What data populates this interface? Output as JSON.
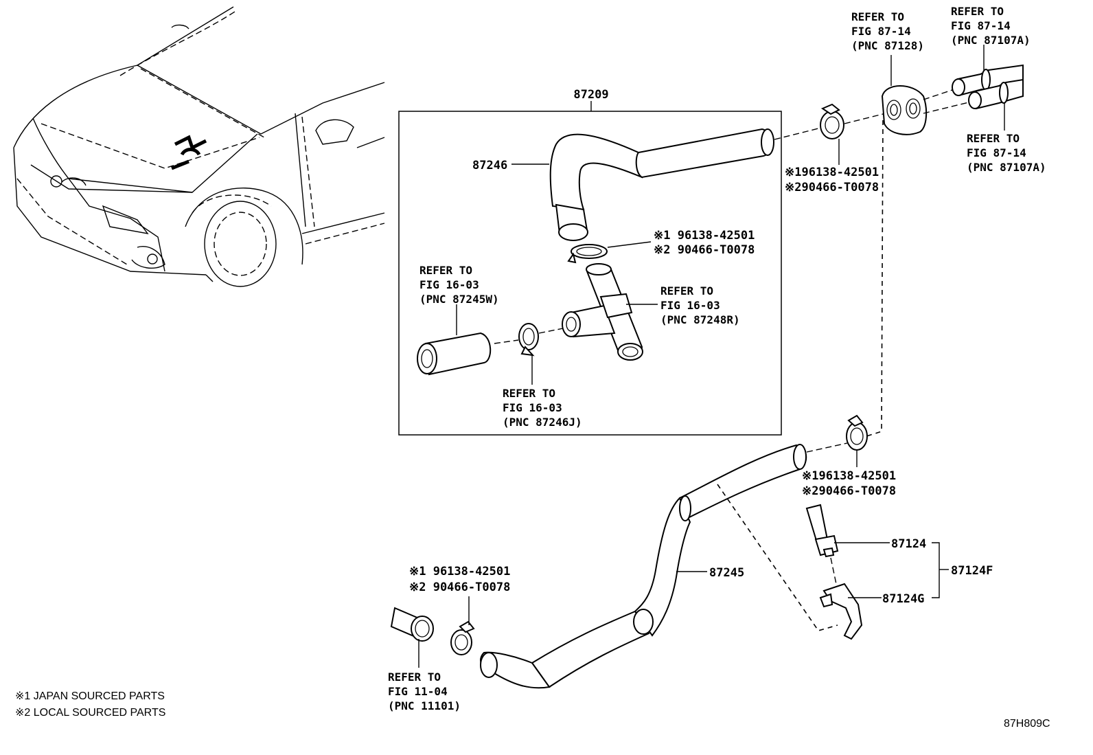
{
  "figure_id": "87H809C",
  "frame_label": "87209",
  "labels": {
    "hose_upper": "87246",
    "hose_lower": "87245",
    "valve": "87124",
    "valve_clip": "87124G",
    "valve_assy": "87124F"
  },
  "refs": {
    "fig87_14_a": [
      "REFER TO",
      "FIG 87-14",
      "(PNC 87128)"
    ],
    "fig87_14_b": [
      "REFER TO",
      "FIG 87-14",
      "(PNC 87107A)"
    ],
    "fig87_14_c": [
      "REFER TO",
      "FIG 87-14",
      "(PNC 87107A)"
    ],
    "fig16_03_a": [
      "REFER TO",
      "FIG 16-03",
      "(PNC 87245W)"
    ],
    "fig16_03_b": [
      "REFER TO",
      "FIG 16-03",
      "(PNC 87248R)"
    ],
    "fig16_03_c": [
      "REFER TO",
      "FIG 16-03",
      "(PNC 87246J)"
    ],
    "fig11_04": [
      "REFER TO",
      "FIG 11-04",
      "(PNC 11101)"
    ]
  },
  "clamps": {
    "top_right": [
      "※196138-42501",
      "※290466-T0078"
    ],
    "center": [
      "※1 96138-42501",
      "※2 90466-T0078"
    ],
    "mid_right": [
      "※196138-42501",
      "※290466-T0078"
    ],
    "bottom_left": [
      "※1 96138-42501",
      "※2 90466-T0078"
    ]
  },
  "legend": [
    "※1 JAPAN SOURCED PARTS",
    "※2 LOCAL SOURCED PARTS"
  ]
}
